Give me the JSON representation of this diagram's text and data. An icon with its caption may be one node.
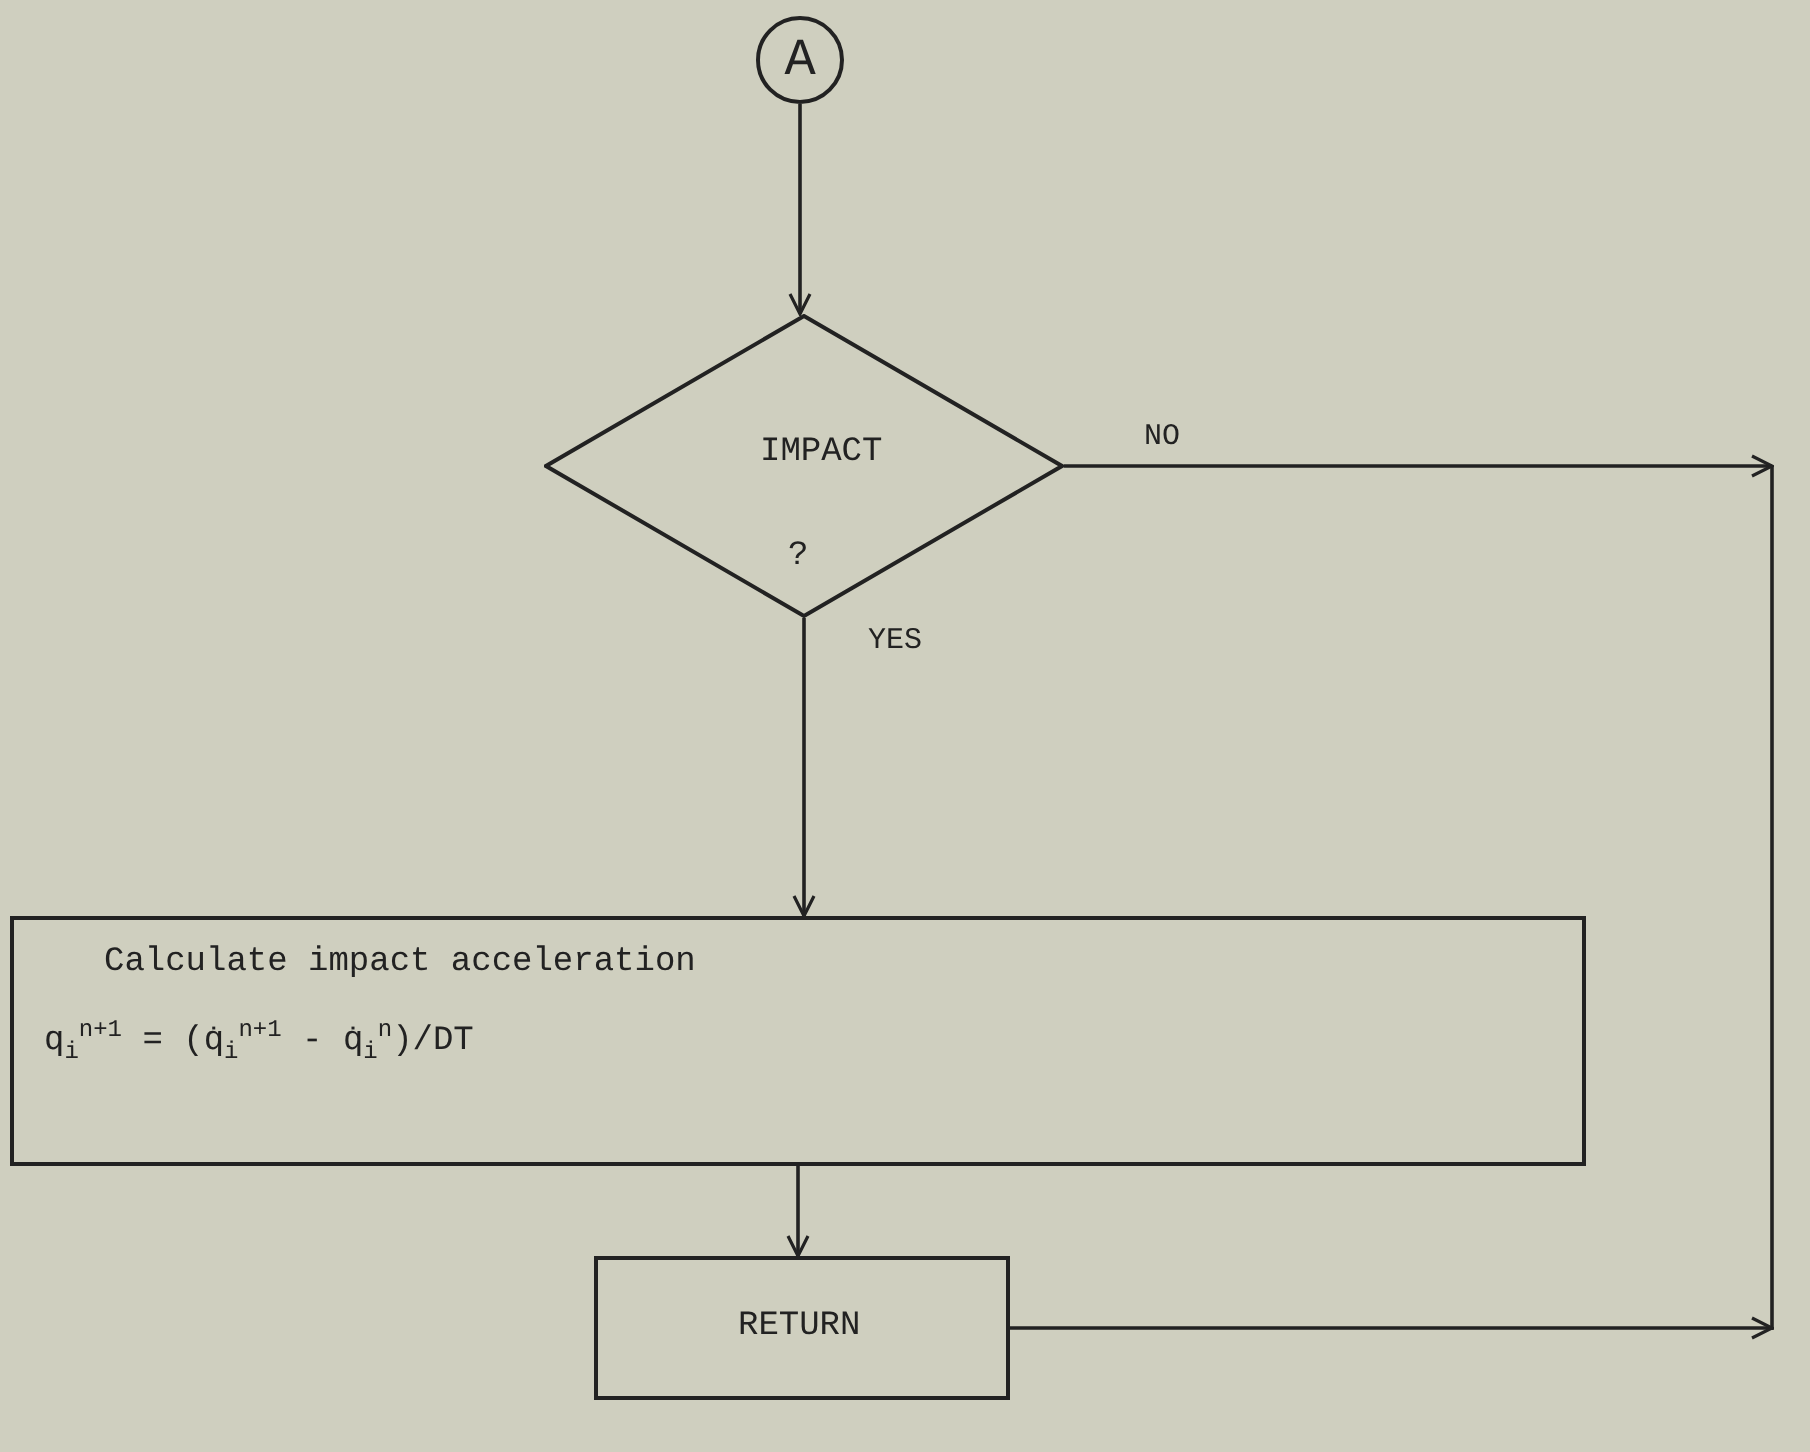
{
  "diagram": {
    "nodes": [
      {
        "text": [
          "A"
        ]
      },
      {
        "text": [
          "IMPACT",
          "?"
        ]
      },
      {
        "text": [
          "Calculate impact acceleration",
          "q$_{i}$$^{n+1}$ = (q̇$_{i}$$^{n+1}$ - q̇$_{i}$$^{n}$)/DT"
        ]
      },
      {
        "text": [
          "RETURN"
        ]
      }
    ],
    "edges": [
      {
        "from": 0,
        "to": 1,
        "arrow": "to"
      },
      {
        "from": 1,
        "to": 2,
        "arrow": "to",
        "label": "YES"
      },
      {
        "from": 1,
        "to": null,
        "arrow": "to",
        "label": "NO"
      },
      {
        "from": 2,
        "to": 3,
        "arrow": "to"
      },
      {
        "from": 3,
        "to": null,
        "arrow": "to"
      }
    ]
  }
}
